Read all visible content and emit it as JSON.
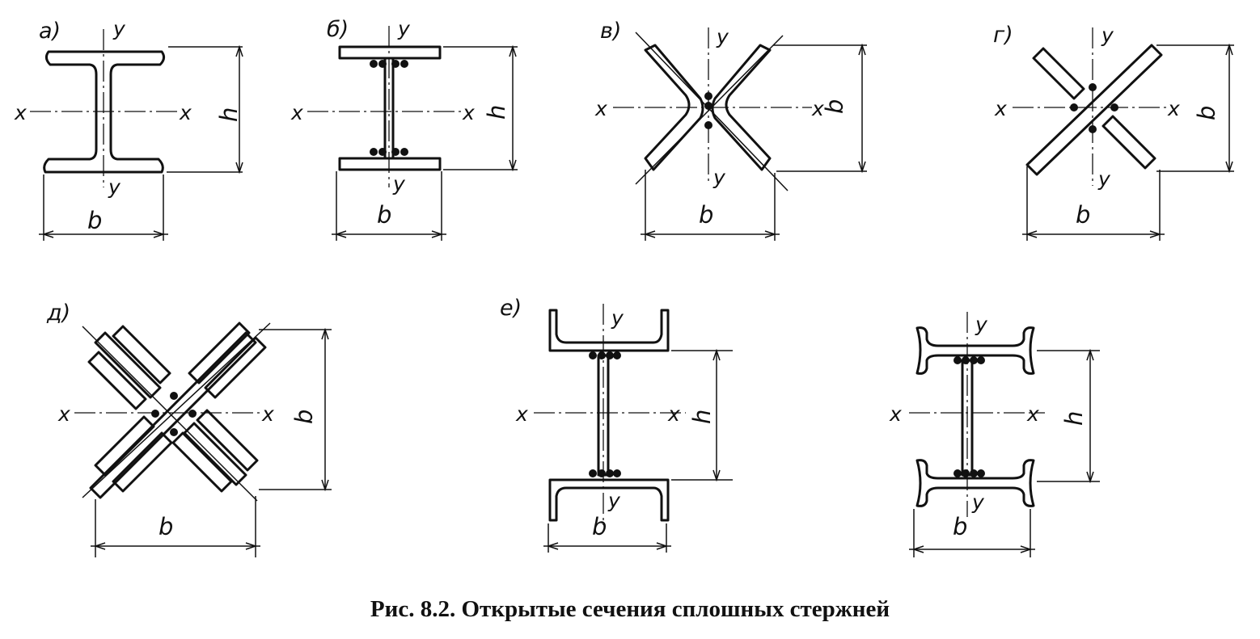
{
  "caption": "Рис. 8.2. Открытые сечения сплошных стержней",
  "panels": [
    {
      "label": "а)",
      "x_axis": "x",
      "y_axis": "y",
      "dim_width": "b",
      "dim_side": "h"
    },
    {
      "label": "б)",
      "x_axis": "x",
      "y_axis": "y",
      "dim_width": "b",
      "dim_side": "h"
    },
    {
      "label": "в)",
      "x_axis": "x",
      "y_axis": "y",
      "dim_width": "b",
      "dim_side": "b"
    },
    {
      "label": "г)",
      "x_axis": "x",
      "y_axis": "y",
      "dim_width": "b",
      "dim_side": "b"
    },
    {
      "label": "д)",
      "x_axis": "x",
      "y_axis": "",
      "dim_width": "b",
      "dim_side": "b"
    },
    {
      "label": "е)",
      "x_axis": "x",
      "y_axis": "y",
      "dim_width": "b",
      "dim_side": "h"
    },
    {
      "label": "",
      "x_axis": "x",
      "y_axis": "y",
      "dim_width": "b",
      "dim_side": "h"
    }
  ]
}
